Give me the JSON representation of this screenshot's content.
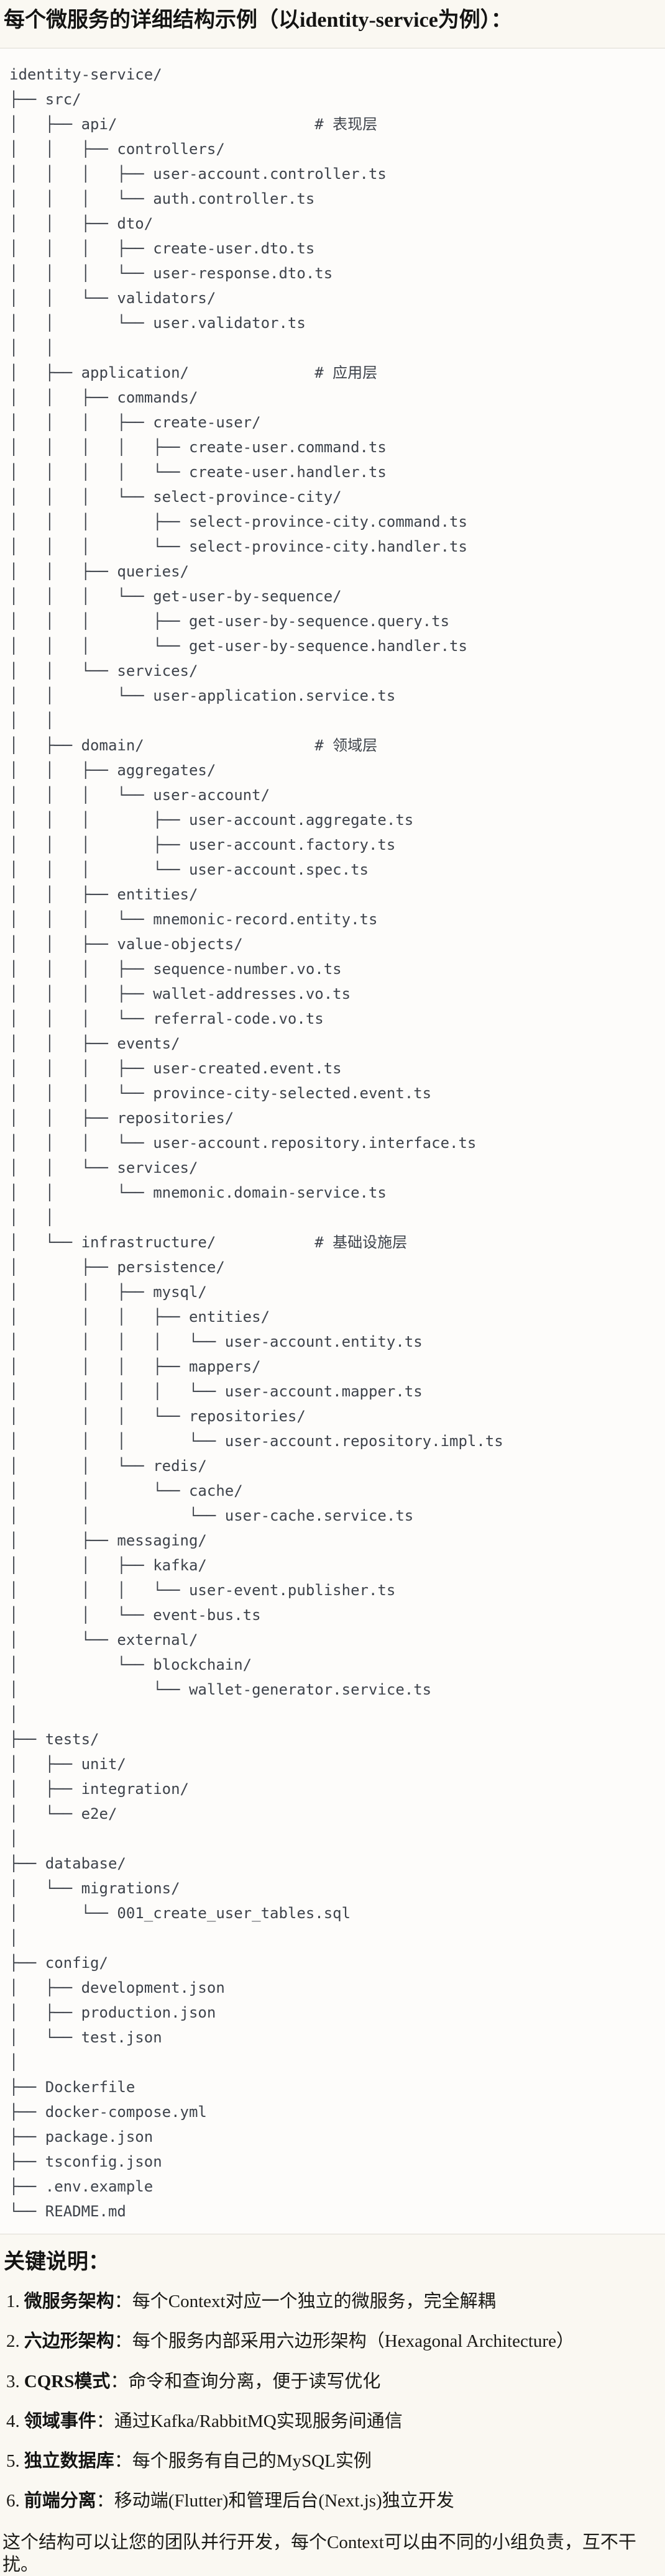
{
  "header": {
    "title": "每个微服务的详细结构示例（以identity-service为例）："
  },
  "tree": {
    "lines": [
      "identity-service/",
      "├── src/",
      "│   ├── api/                      # 表现层",
      "│   │   ├── controllers/",
      "│   │   │   ├── user-account.controller.ts",
      "│   │   │   └── auth.controller.ts",
      "│   │   ├── dto/",
      "│   │   │   ├── create-user.dto.ts",
      "│   │   │   └── user-response.dto.ts",
      "│   │   └── validators/",
      "│   │       └── user.validator.ts",
      "│   │",
      "│   ├── application/              # 应用层",
      "│   │   ├── commands/",
      "│   │   │   ├── create-user/",
      "│   │   │   │   ├── create-user.command.ts",
      "│   │   │   │   └── create-user.handler.ts",
      "│   │   │   └── select-province-city/",
      "│   │   │       ├── select-province-city.command.ts",
      "│   │   │       └── select-province-city.handler.ts",
      "│   │   ├── queries/",
      "│   │   │   └── get-user-by-sequence/",
      "│   │   │       ├── get-user-by-sequence.query.ts",
      "│   │   │       └── get-user-by-sequence.handler.ts",
      "│   │   └── services/",
      "│   │       └── user-application.service.ts",
      "│   │",
      "│   ├── domain/                   # 领域层",
      "│   │   ├── aggregates/",
      "│   │   │   └── user-account/",
      "│   │   │       ├── user-account.aggregate.ts",
      "│   │   │       ├── user-account.factory.ts",
      "│   │   │       └── user-account.spec.ts",
      "│   │   ├── entities/",
      "│   │   │   └── mnemonic-record.entity.ts",
      "│   │   ├── value-objects/",
      "│   │   │   ├── sequence-number.vo.ts",
      "│   │   │   ├── wallet-addresses.vo.ts",
      "│   │   │   └── referral-code.vo.ts",
      "│   │   ├── events/",
      "│   │   │   ├── user-created.event.ts",
      "│   │   │   └── province-city-selected.event.ts",
      "│   │   ├── repositories/",
      "│   │   │   └── user-account.repository.interface.ts",
      "│   │   └── services/",
      "│   │       └── mnemonic.domain-service.ts",
      "│   │",
      "│   └── infrastructure/           # 基础设施层",
      "│       ├── persistence/",
      "│       │   ├── mysql/",
      "│       │   │   ├── entities/",
      "│       │   │   │   └── user-account.entity.ts",
      "│       │   │   ├── mappers/",
      "│       │   │   │   └── user-account.mapper.ts",
      "│       │   │   └── repositories/",
      "│       │   │       └── user-account.repository.impl.ts",
      "│       │   └── redis/",
      "│       │       └── cache/",
      "│       │           └── user-cache.service.ts",
      "│       ├── messaging/",
      "│       │   ├── kafka/",
      "│       │   │   └── user-event.publisher.ts",
      "│       │   └── event-bus.ts",
      "│       └── external/",
      "│           └── blockchain/",
      "│               └── wallet-generator.service.ts",
      "│",
      "├── tests/",
      "│   ├── unit/",
      "│   ├── integration/",
      "│   └── e2e/",
      "│",
      "├── database/",
      "│   └── migrations/",
      "│       └── 001_create_user_tables.sql",
      "│",
      "├── config/",
      "│   ├── development.json",
      "│   ├── production.json",
      "│   └── test.json",
      "│",
      "├── Dockerfile",
      "├── docker-compose.yml",
      "├── package.json",
      "├── tsconfig.json",
      "├── .env.example",
      "└── README.md"
    ]
  },
  "notes": {
    "heading": "关键说明：",
    "items": [
      {
        "num": "1.",
        "term": "微服务架构",
        "colon": "：",
        "desc": "每个Context对应一个独立的微服务，完全解耦"
      },
      {
        "num": "2.",
        "term": "六边形架构",
        "colon": "：",
        "desc": "每个服务内部采用六边形架构（Hexagonal Architecture）"
      },
      {
        "num": "3.",
        "term": "CQRS模式",
        "colon": "：",
        "desc": "命令和查询分离，便于读写优化"
      },
      {
        "num": "4.",
        "term": "领域事件",
        "colon": "：",
        "desc": "通过Kafka/RabbitMQ实现服务间通信"
      },
      {
        "num": "5.",
        "term": "独立数据库",
        "colon": "：",
        "desc": "每个服务有自己的MySQL实例"
      },
      {
        "num": "6.",
        "term": "前端分离",
        "colon": "：",
        "desc": "移动端(Flutter)和管理后台(Next.js)独立开发"
      }
    ]
  },
  "footer": {
    "text": "这个结构可以让您的团队并行开发，每个Context可以由不同的小组负责，互不干扰。"
  },
  "colors": {
    "page_bg": "#FAF8F2",
    "code_bg": "#FDFCFA",
    "code_border": "#DEDBD4",
    "code_text": "#3E434B",
    "body_text": "#1B1A16"
  }
}
